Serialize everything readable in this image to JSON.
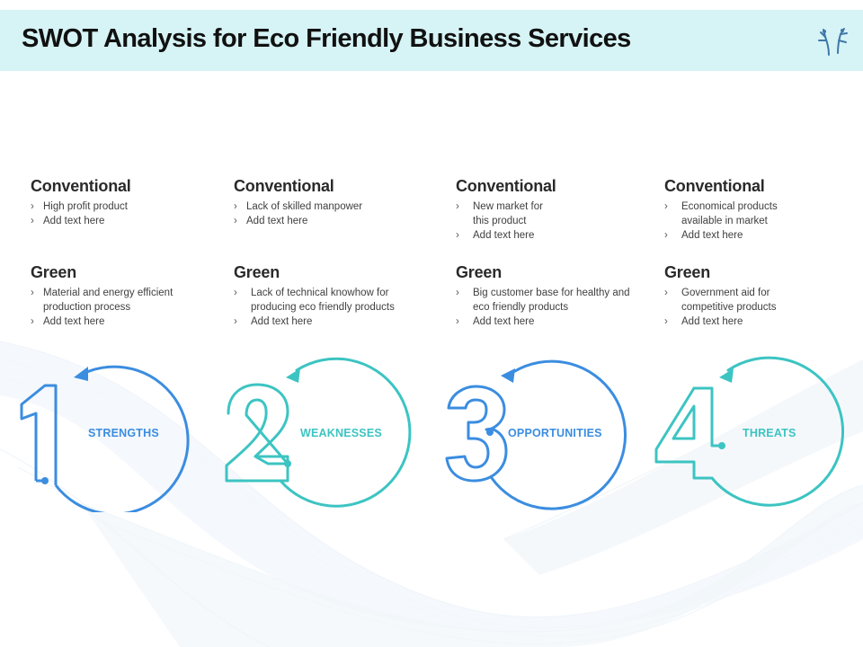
{
  "header": {
    "title": "SWOT Analysis for Eco Friendly Business Services",
    "logo_icon": "dancing-figures-icon",
    "band_color": "#d6f3f5"
  },
  "colors": {
    "blue": "#3b8de0",
    "teal": "#3cc4c2",
    "title_text": "#111111",
    "body_text": "#404040"
  },
  "columns": [
    {
      "number": "1",
      "label": "STRENGTHS",
      "color": "blue",
      "conventional": {
        "title": "Conventional",
        "items": [
          "High profit product",
          "Add text here"
        ]
      },
      "green": {
        "title": "Green",
        "items": [
          "Material and energy efficient production process",
          "Add text here"
        ]
      }
    },
    {
      "number": "2",
      "label": "WEAKNESSES",
      "color": "teal",
      "conventional": {
        "title": "Conventional",
        "items": [
          "Lack of skilled manpower",
          "Add text here"
        ]
      },
      "green": {
        "title": "Green",
        "items": [
          "Lack of technical knowhow for producing eco friendly products",
          "Add text here"
        ]
      }
    },
    {
      "number": "3",
      "label": "OPPORTUNITIES",
      "color": "blue",
      "conventional": {
        "title": "Conventional",
        "items": [
          "New market for this product",
          "Add text here"
        ]
      },
      "green": {
        "title": "Green",
        "items": [
          "Big customer base for healthy and eco friendly products",
          "Add text here"
        ]
      }
    },
    {
      "number": "4",
      "label": "THREATS",
      "color": "teal",
      "conventional": {
        "title": "Conventional",
        "items": [
          "Economical products available  in market",
          "Add text here"
        ]
      },
      "green": {
        "title": "Green",
        "items": [
          "Government aid for competitive products",
          "Add text here"
        ]
      }
    }
  ]
}
